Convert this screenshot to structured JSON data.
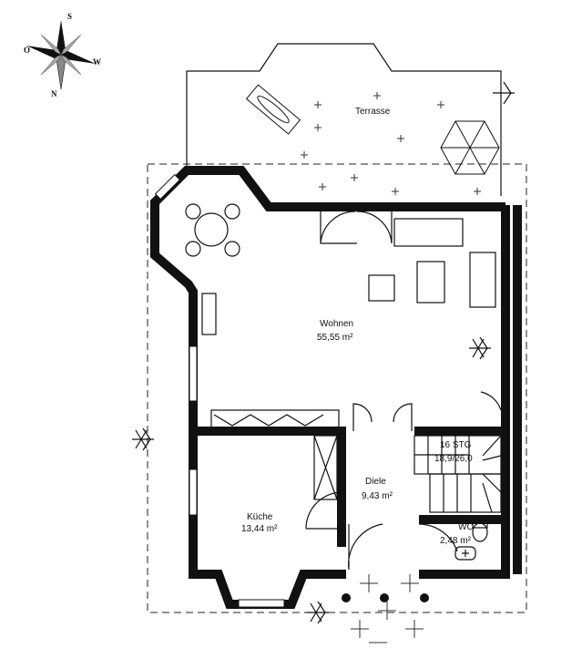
{
  "compass": {
    "north": "N",
    "south": "S",
    "west": "W",
    "east": "O"
  },
  "rooms": {
    "terrace": {
      "name": "Terrasse"
    },
    "living": {
      "name": "Wohnen",
      "area": "55,55 m²"
    },
    "hall": {
      "name": "Diele",
      "area": "9,43 m²"
    },
    "kitchen": {
      "name": "Küche",
      "area": "13,44 m²"
    },
    "wc": {
      "name": "WC",
      "area": "2,48 m²"
    }
  },
  "stairs": {
    "steps": "16 STG",
    "ratio": "18,9/26,0"
  }
}
